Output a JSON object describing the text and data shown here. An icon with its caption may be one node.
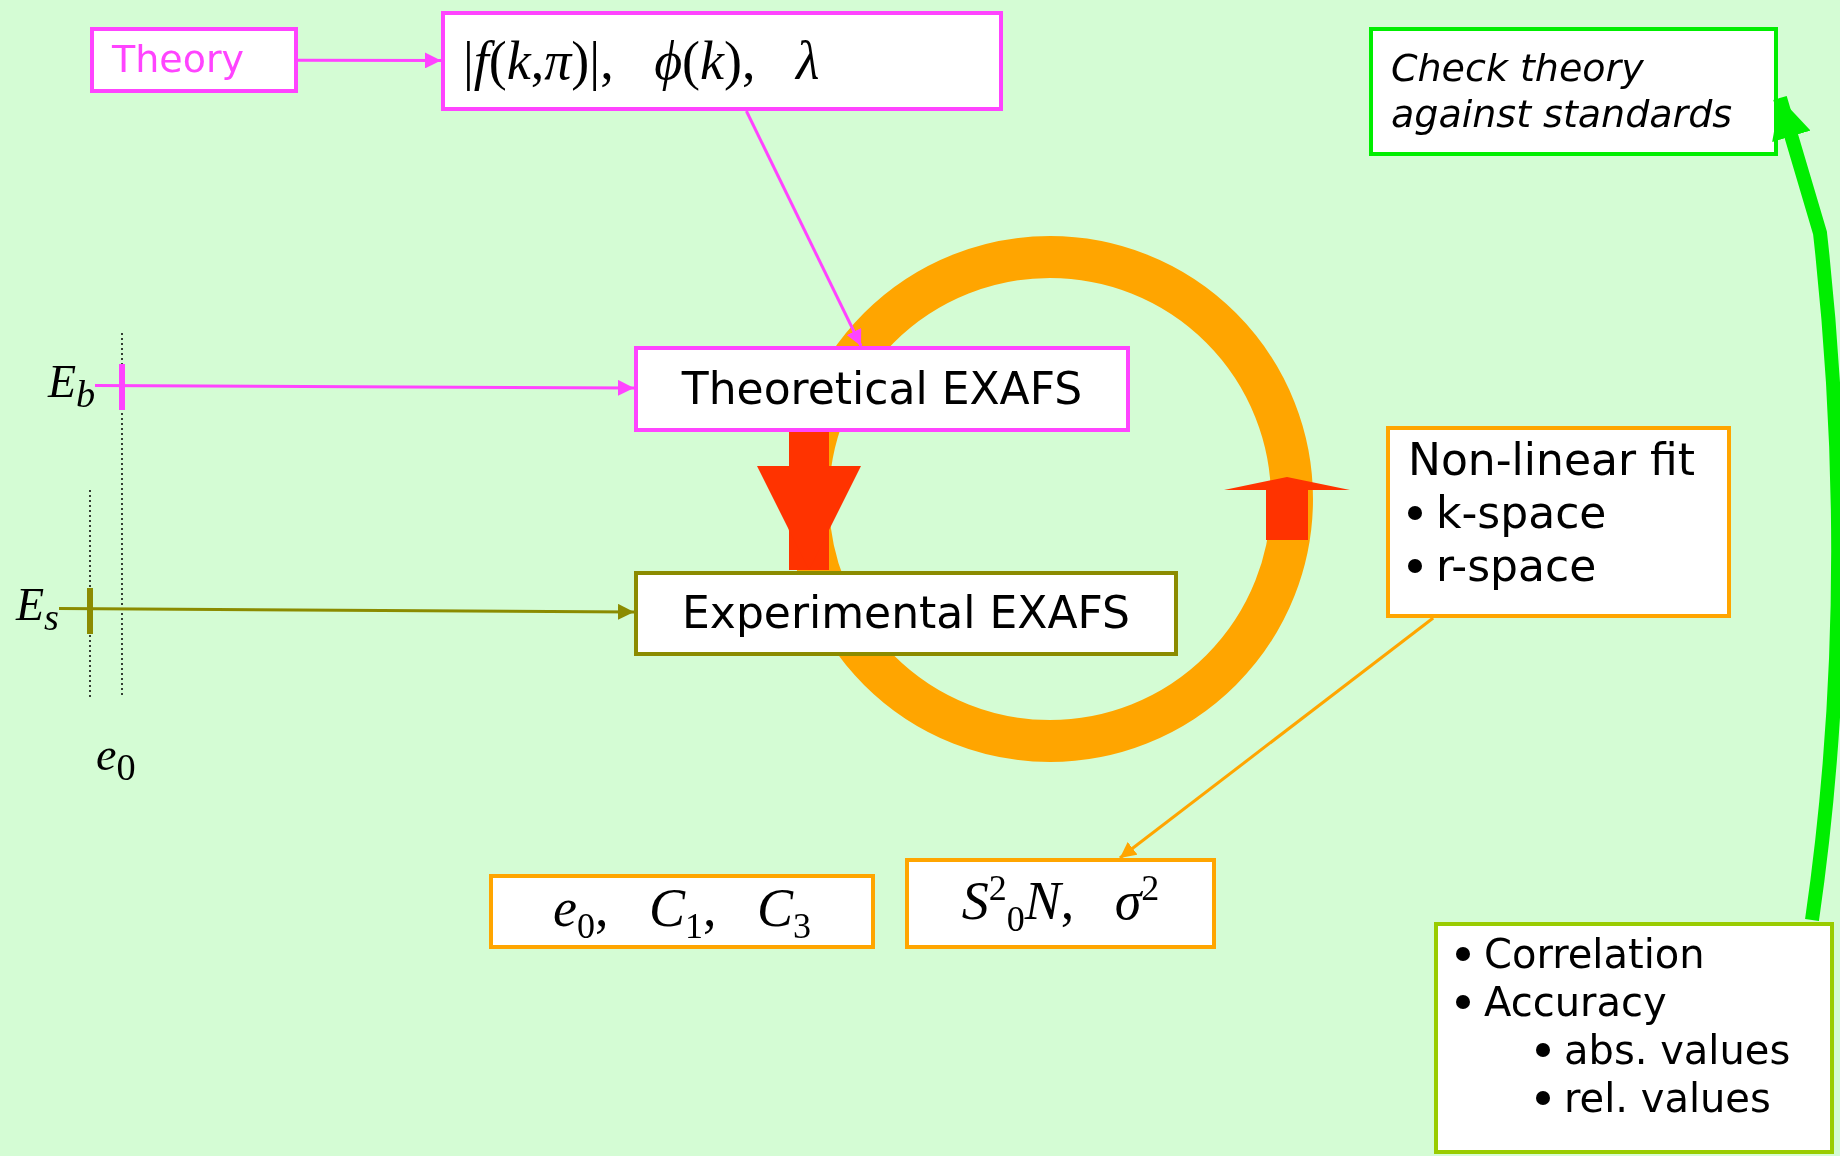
{
  "diagram": {
    "nodes": [
      {
        "text": [
          "Theory"
        ]
      },
      {
        "text": [
          "|*f*(*k*,*π*)|,   *ϕ*(*k*),   *λ*"
        ]
      },
      {
        "text": [
          "Check theory against standards"
        ]
      },
      {
        "text": [
          "E$_{b}$"
        ]
      },
      {
        "text": [
          "Theoretical EXAFS"
        ]
      },
      {
        "text": [
          "Non-linear fit",
          "k-space",
          "r-space"
        ]
      },
      {
        "text": [
          "E$_{s}$"
        ]
      },
      {
        "text": [
          "Experimental EXAFS"
        ]
      },
      {
        "text": [
          "*e*$_{0}$,   *C*$_{1}$,   *C*$_{3}$"
        ]
      },
      {
        "text": [
          "*S*$^{2}$$_{0}$*N*,   *σ*$^{2}$"
        ]
      },
      {
        "text": [
          "Correlation",
          "Accuracy",
          "abs. values",
          "rel. values"
        ]
      }
    ],
    "edges": [
      {
        "from": 0,
        "to": 1,
        "arrow": "to"
      },
      {
        "from": 1,
        "to": 4,
        "arrow": "to"
      },
      {
        "from": 3,
        "to": 4,
        "arrow": "to"
      },
      {
        "from": 6,
        "to": 7,
        "arrow": "to",
        "color": "#8b8b00"
      },
      {
        "from": 5,
        "to": 9,
        "arrow": "to",
        "color": "#ffa500"
      },
      {
        "from": 10,
        "to": 2,
        "arrow": "to",
        "style": "thick",
        "color": "#00ee00"
      },
      {
        "from": 4,
        "to": 7,
        "arrow": "to",
        "style": "thick",
        "color": "#ff3300"
      }
    ],
    "labels": [
      "*e*$_{0}$"
    ]
  }
}
